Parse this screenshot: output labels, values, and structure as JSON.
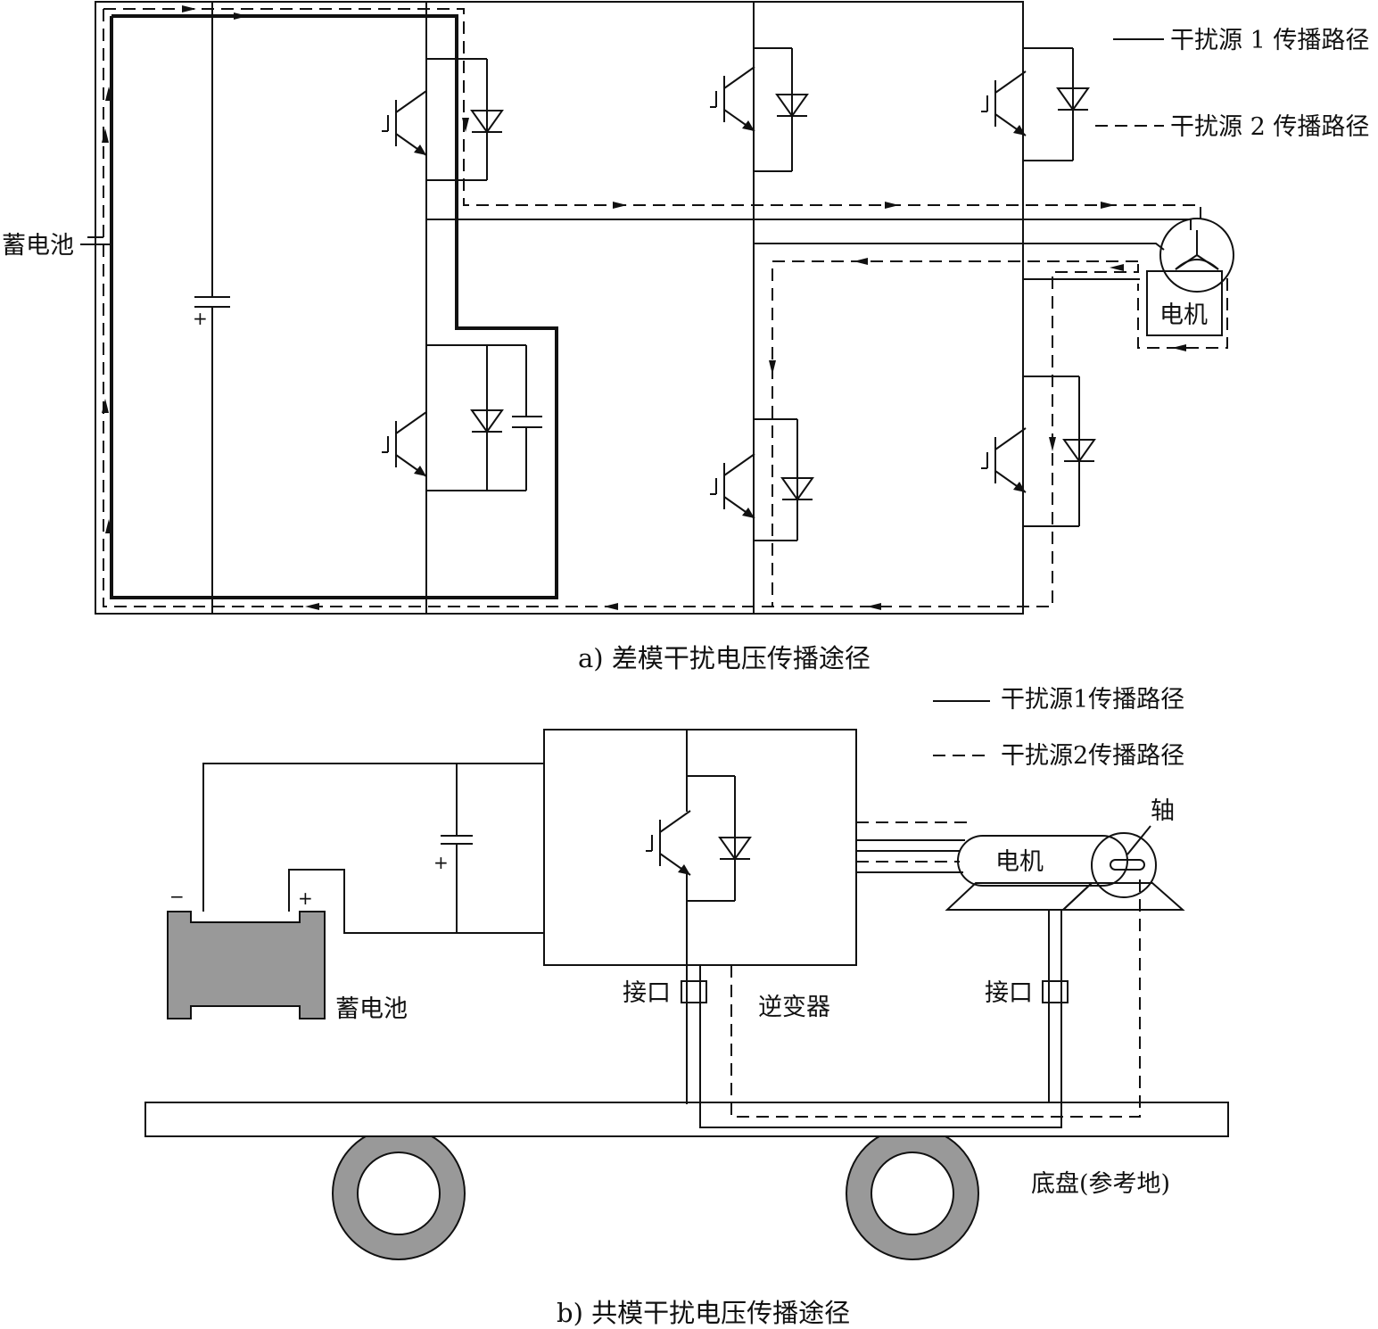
{
  "figure_a": {
    "caption": "a) 差模干扰电压传播途径",
    "legend_solid": "干扰源 1 传播路径",
    "legend_dashed": "干扰源 2 传播路径",
    "battery_label": "蓄电池",
    "capacitor_plus": "+",
    "motor_label": "电机"
  },
  "figure_b": {
    "caption": "b) 共模干扰电压传播途径",
    "legend_solid": "干扰源1传播路径",
    "legend_dashed": "干扰源2传播路径",
    "battery_label": "蓄电池",
    "battery_minus": "−",
    "battery_plus": "+",
    "capacitor_plus": "+",
    "interface_left": "接口",
    "interface_right": "接口",
    "inverter_label": "逆变器",
    "motor_label": "电机",
    "shaft_label": "轴",
    "chassis_label": "底盘(参考地)"
  }
}
